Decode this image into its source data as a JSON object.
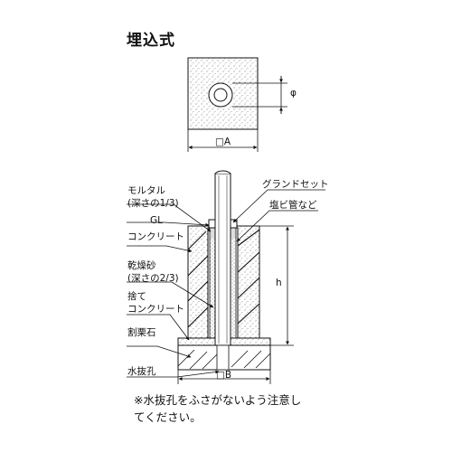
{
  "title": "埋込式",
  "top_view": {
    "diameter_label": "φ",
    "width_label": "□A"
  },
  "section_view": {
    "labels": {
      "mortar": "モルタル",
      "mortar_depth": "(深さの1/3)",
      "gl": "GL",
      "concrete": "コンクリート",
      "dry_sand": "乾燥砂",
      "dry_sand_depth": "(深さの2/3)",
      "leveling_1": "捨て",
      "leveling_2": "コンクリート",
      "crushed_stone": "割栗石",
      "drain_hole": "水抜孔",
      "ground_set": "グランドセット",
      "pvc_pipe": "塩ビ管など",
      "height": "h",
      "base_width": "□B"
    }
  },
  "note": {
    "line1": "※水抜孔をふさがないよう注意し",
    "line2": "てください。"
  }
}
